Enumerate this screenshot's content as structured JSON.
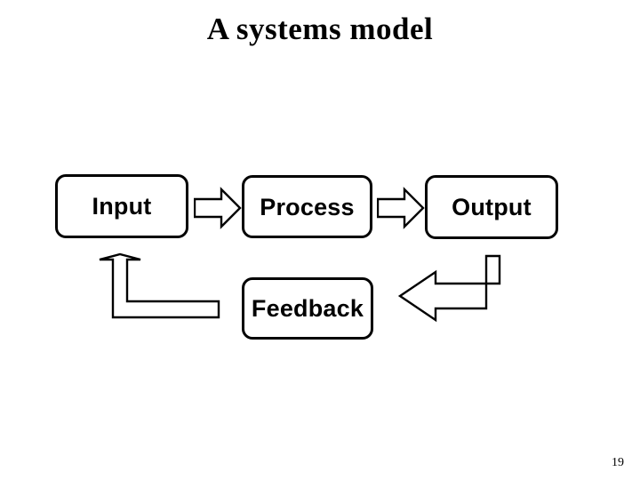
{
  "slide": {
    "title": "A systems model",
    "page_number": "19",
    "background_color": "#ffffff",
    "stroke_color": "#000000",
    "text_color": "#000000"
  },
  "diagram": {
    "type": "flowchart",
    "nodes": [
      {
        "id": "input",
        "label": "Input"
      },
      {
        "id": "process",
        "label": "Process"
      },
      {
        "id": "output",
        "label": "Output"
      },
      {
        "id": "feedback",
        "label": "Feedback"
      }
    ],
    "connectors": [
      {
        "id": "input-process",
        "from": "input",
        "to": "process",
        "style": "block-arrow",
        "direction": "right",
        "fill": "none"
      },
      {
        "id": "process-output",
        "from": "process",
        "to": "output",
        "style": "block-arrow",
        "direction": "right",
        "fill": "none"
      },
      {
        "id": "output-feedback",
        "from": "output",
        "to": "feedback",
        "style": "bent-arrow",
        "direction": "down-left",
        "fill": "none"
      },
      {
        "id": "feedback-input",
        "from": "feedback",
        "to": "input",
        "style": "bent-arrow",
        "direction": "left-up",
        "fill": "none"
      }
    ]
  }
}
